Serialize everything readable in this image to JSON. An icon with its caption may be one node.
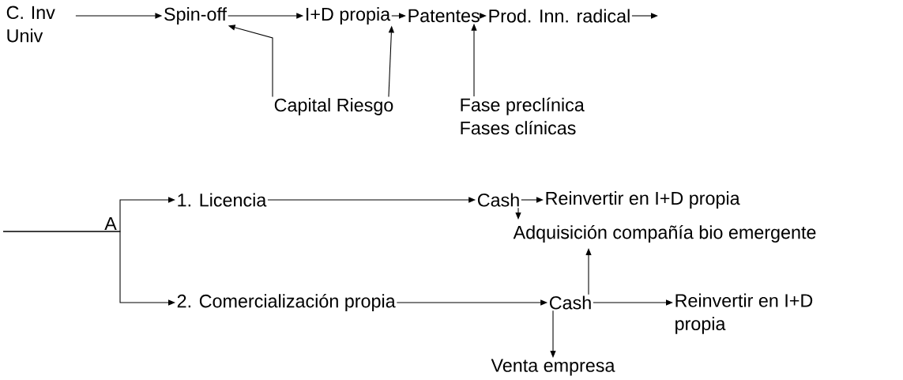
{
  "diagram": {
    "nodes": [
      {
        "text": [
          "C. Inv Univ"
        ]
      },
      {
        "text": [
          "Spin-off"
        ]
      },
      {
        "text": [
          "I+D propia"
        ]
      },
      {
        "text": [
          "Patentes"
        ]
      },
      {
        "text": [
          "Prod. Inn. radical"
        ]
      },
      {
        "text": [
          "Capital Riesgo"
        ]
      },
      {
        "text": [
          "Fase preclínica",
          "Fases clínicas"
        ]
      },
      {
        "text": [
          "1.  Licencia"
        ]
      },
      {
        "text": [
          "Cash"
        ]
      },
      {
        "text": [
          "Reinvertir en I+D propia"
        ]
      },
      {
        "text": [
          "Adquisición compañía bio emergente"
        ]
      },
      {
        "text": [
          "2. Comercialización propia"
        ]
      },
      {
        "text": [
          "Cash"
        ]
      },
      {
        "text": [
          "Reinvertir en I+D propia"
        ]
      },
      {
        "text": [
          "Venta empresa"
        ]
      }
    ],
    "edges": [
      {
        "from": 0,
        "to": 1,
        "arrow": "to"
      },
      {
        "from": 1,
        "to": 2,
        "arrow": "to"
      },
      {
        "from": 2,
        "to": 3,
        "arrow": "to"
      },
      {
        "from": 3,
        "to": 4,
        "arrow": "to"
      },
      {
        "from": 4,
        "to": null,
        "arrow": "to"
      },
      {
        "from": 5,
        "to": 1,
        "arrow": "to"
      },
      {
        "from": 5,
        "to": 2,
        "arrow": "to"
      },
      {
        "from": 6,
        "to": 3,
        "arrow": "to"
      },
      {
        "from": null,
        "to": 7,
        "arrow": "to"
      },
      {
        "from": null,
        "to": 11,
        "arrow": "to"
      },
      {
        "from": 7,
        "to": 8,
        "arrow": "to"
      },
      {
        "from": 8,
        "to": 9,
        "arrow": "to"
      },
      {
        "from": 8,
        "to": 10,
        "arrow": "to"
      },
      {
        "from": 11,
        "to": 12,
        "arrow": "to"
      },
      {
        "from": 12,
        "to": 13,
        "arrow": "to"
      },
      {
        "from": 12,
        "to": 10,
        "arrow": "to"
      },
      {
        "from": 12,
        "to": 14,
        "arrow": "to"
      }
    ],
    "labels": [
      "A"
    ]
  }
}
